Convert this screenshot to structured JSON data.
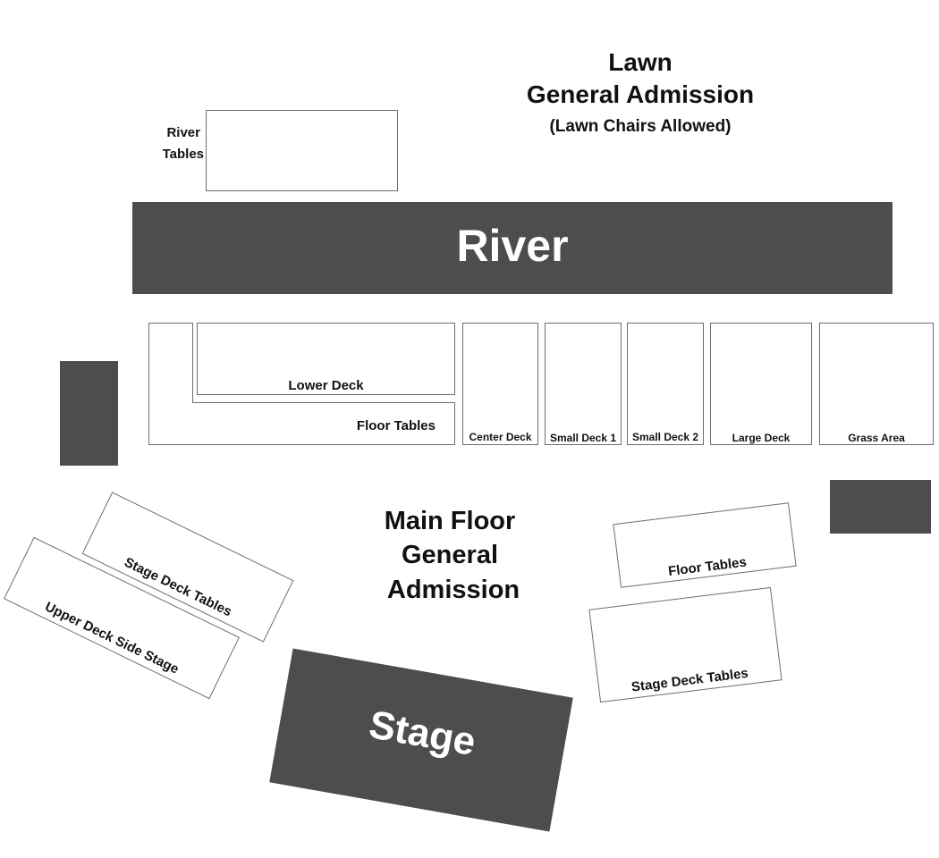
{
  "map": {
    "lawn": {
      "title": "Lawn",
      "subtitle": "General Admission",
      "note": "(Lawn Chairs Allowed)"
    },
    "river": {
      "label": "River"
    },
    "river_tables": {
      "line1": "River",
      "line2": "Tables"
    },
    "sections": {
      "lower_deck": "Lower Deck",
      "floor_tables_left": "Floor Tables",
      "center_deck": "Center Deck",
      "small_deck_1": "Small Deck 1",
      "small_deck_2": "Small Deck 2",
      "large_deck": "Large Deck",
      "grass_area": "Grass Area",
      "stage_deck_tables_left": "Stage Deck Tables",
      "upper_deck_side_stage": "Upper Deck Side Stage",
      "floor_tables_right": "Floor Tables",
      "stage_deck_tables_right": "Stage Deck Tables"
    },
    "main_floor": {
      "line1": "Main Floor",
      "line2": "General",
      "line3": "Admission"
    },
    "stage": {
      "label": "Stage"
    },
    "colors": {
      "dark_fill": "#4d4d4d",
      "outline": "#6e6e6e",
      "text": "#111111",
      "background": "#ffffff"
    }
  }
}
